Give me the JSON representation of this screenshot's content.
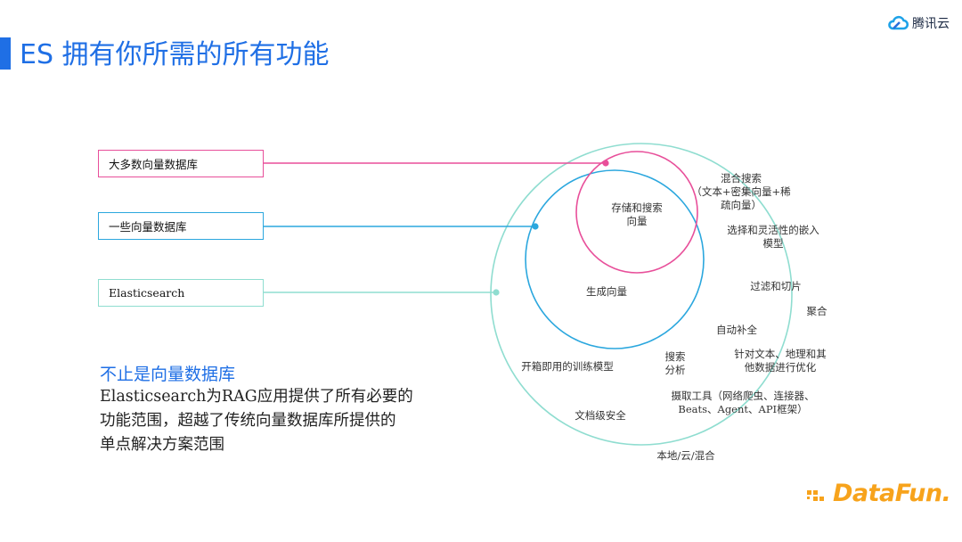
{
  "header": {
    "title": "ES 拥有你所需的所有功能",
    "brand": "腾讯云",
    "accent_color": "#1f6fe5"
  },
  "labels": {
    "most_vector_dbs": "大多数向量数据库",
    "some_vector_dbs": "一些向量数据库",
    "elasticsearch": "Elasticsearch"
  },
  "colors": {
    "most": "#e84f9a",
    "some": "#2ba7de",
    "es": "#8fddd0"
  },
  "summary": {
    "subtitle": "不止是向量数据库",
    "lines": [
      "Elasticsearch为RAG应用提供了所有必要的",
      "功能范围，超越了传统向量数据库所提供的",
      "单点解决方案范围"
    ]
  },
  "features": {
    "store_search": [
      "存储和搜索",
      "向量"
    ],
    "generate_vectors": "生成向量",
    "hybrid_search": [
      "混合搜索",
      "（文本+密集向量+稀",
      "疏向量）"
    ],
    "embedding_choice": [
      "选择和灵活性的嵌入",
      "模型"
    ],
    "filter_chunk": "过滤和切片",
    "aggregation": "聚合",
    "autocomplete": "自动补全",
    "optimization": [
      "针对文本、地理和其",
      "他数据进行优化"
    ],
    "search_analytics": [
      "搜索",
      "分析"
    ],
    "pretrained_models": "开箱即用的训练模型",
    "ingest_tools": [
      "摄取工具（网络爬虫、连接器、",
      "Beats、Agent、API框架）"
    ],
    "doc_security": "文档级安全",
    "deployment": "本地/云/混合"
  },
  "footer": {
    "logo": "DataFun."
  }
}
